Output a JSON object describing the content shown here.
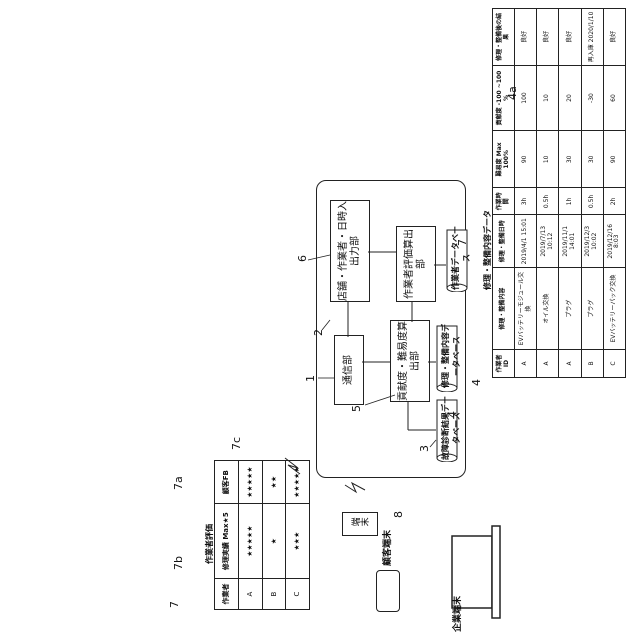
{
  "table_a": {
    "caption": "修理・整備内容データ",
    "headers": [
      "作業者ID",
      "修理・整備内容",
      "修理・整備日時",
      "作業時間",
      "難易度 Max 100%",
      "貢献度 -100 ~100 %",
      "修理・整備後の結果"
    ],
    "rows": [
      [
        "A",
        "EVバッテリーモジュール交換",
        "2019/4/1 15:01",
        "3h",
        "90",
        "100",
        "良好"
      ],
      [
        "A",
        "オイル交換",
        "2019/7/13 10:12",
        "0.5h",
        "10",
        "10",
        "良好"
      ],
      [
        "A",
        "プラグ",
        "2019/11/1 14:01",
        "1h",
        "30",
        "20",
        "良好"
      ],
      [
        "B",
        "プラグ",
        "2019/12/3 10:02",
        "0.5h",
        "30",
        "-30",
        "再入庫 2020/1/10"
      ],
      [
        "C",
        "EVバッテリーパック交換",
        "2019/12/16 8:03",
        "2h",
        "90",
        "60",
        "良好"
      ]
    ]
  },
  "table_b": {
    "caption": "作業者評価",
    "headers": [
      "作業者",
      "修理実績 Max★5",
      "顧客FB"
    ],
    "rows": [
      [
        "A",
        "★★★★★",
        "★★★★★"
      ],
      [
        "B",
        "★",
        "★★"
      ],
      [
        "C",
        "★★★",
        "★★★★★"
      ]
    ]
  },
  "server": {
    "comm": "通信部",
    "io": "店舗・作業者・日時入出力部",
    "calc": "貢献度・難易度算出部",
    "eval": "作業者評価算出部",
    "db1": "故障診断結果データベース",
    "db2": "修理・整備内容データベース",
    "db3": "作業者データベース"
  },
  "terminals": {
    "term": "端末",
    "customer": "顧客端末",
    "company": "企業端末"
  },
  "refs": {
    "r1": "1",
    "r2": "2",
    "r3": "3",
    "r4": "4",
    "r5": "5",
    "r6": "6",
    "r7": "7",
    "r8": "8",
    "r4a": "4a",
    "r7a": "7a",
    "r7b": "7b",
    "r7c": "7c",
    "r4b": "4",
    "r7t": "7"
  }
}
